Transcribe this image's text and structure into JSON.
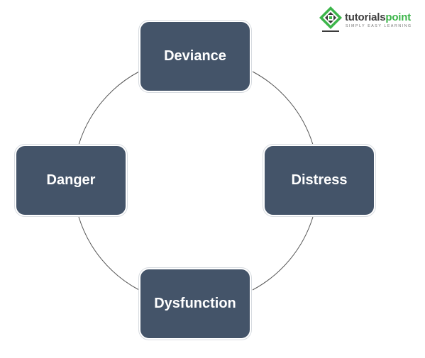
{
  "diagram": {
    "nodes": [
      {
        "id": "deviance",
        "label": "Deviance"
      },
      {
        "id": "distress",
        "label": "Distress"
      },
      {
        "id": "dysfunction",
        "label": "Dysfunction"
      },
      {
        "id": "danger",
        "label": "Danger"
      }
    ],
    "colors": {
      "node_fill": "#445469",
      "node_text": "#ffffff",
      "connector": "#555555"
    }
  },
  "logo": {
    "brand_left": "tutorials",
    "brand_right": "point",
    "tagline": "SIMPLY EASY LEARNING",
    "colors": {
      "green": "#3cb54a",
      "dark": "#404040"
    }
  }
}
